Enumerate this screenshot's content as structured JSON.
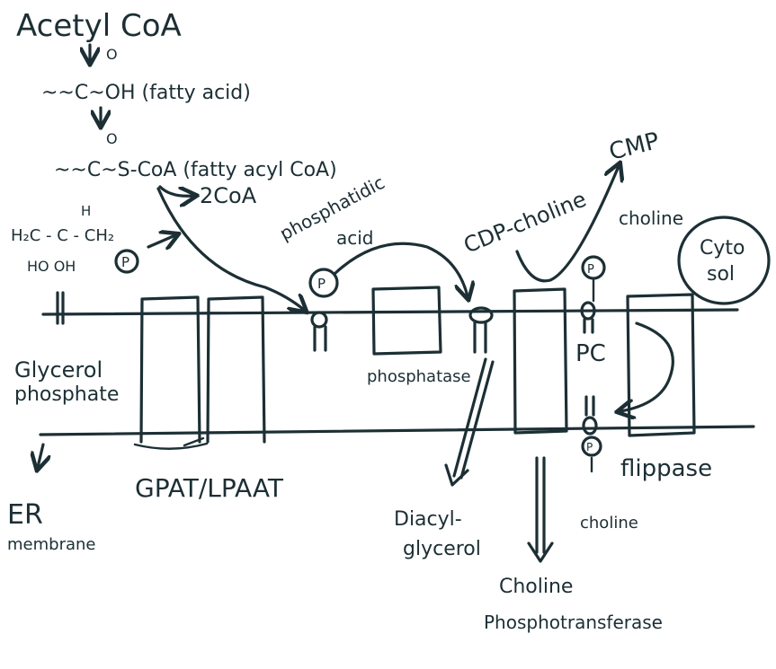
{
  "synthesis": {
    "acetyl_coa": "Acetyl CoA",
    "fatty_acid": "~~C~OH (fatty acid)",
    "fatty_acyl_coa": "~~C~S-CoA (fatty acyl CoA)",
    "carbonyl_o": "O",
    "two_coa": "2CoA"
  },
  "glycerol": {
    "top_row": "H₂C - C - CH₂",
    "h_label": "H",
    "bottom_row": "HO  OH",
    "phosphate": "P",
    "name_line1": "Glycerol",
    "name_line2": "phosphate"
  },
  "membrane": {
    "label_line1": "ER",
    "label_line2": "membrane",
    "cytosol_line1": "Cyto",
    "cytosol_line2": "sol"
  },
  "enzymes": {
    "gpat": "GPAT/LPAAT",
    "phosphatase": "phosphatase",
    "phosphotransferase_line1": "Choline",
    "phosphotransferase_line2": "Phosphotransferase",
    "flippase": "flippase"
  },
  "molecules": {
    "phosphatidic_line1": "phosphatidic",
    "phosphatidic_line2": "acid",
    "diacyl_line1": "Diacyl-",
    "diacyl_line2": "glycerol",
    "cdp_choline": "CDP-choline",
    "cmp": "CMP",
    "choline_top": "choline",
    "choline_bottom": "choline",
    "pc": "PC",
    "p": "P"
  }
}
